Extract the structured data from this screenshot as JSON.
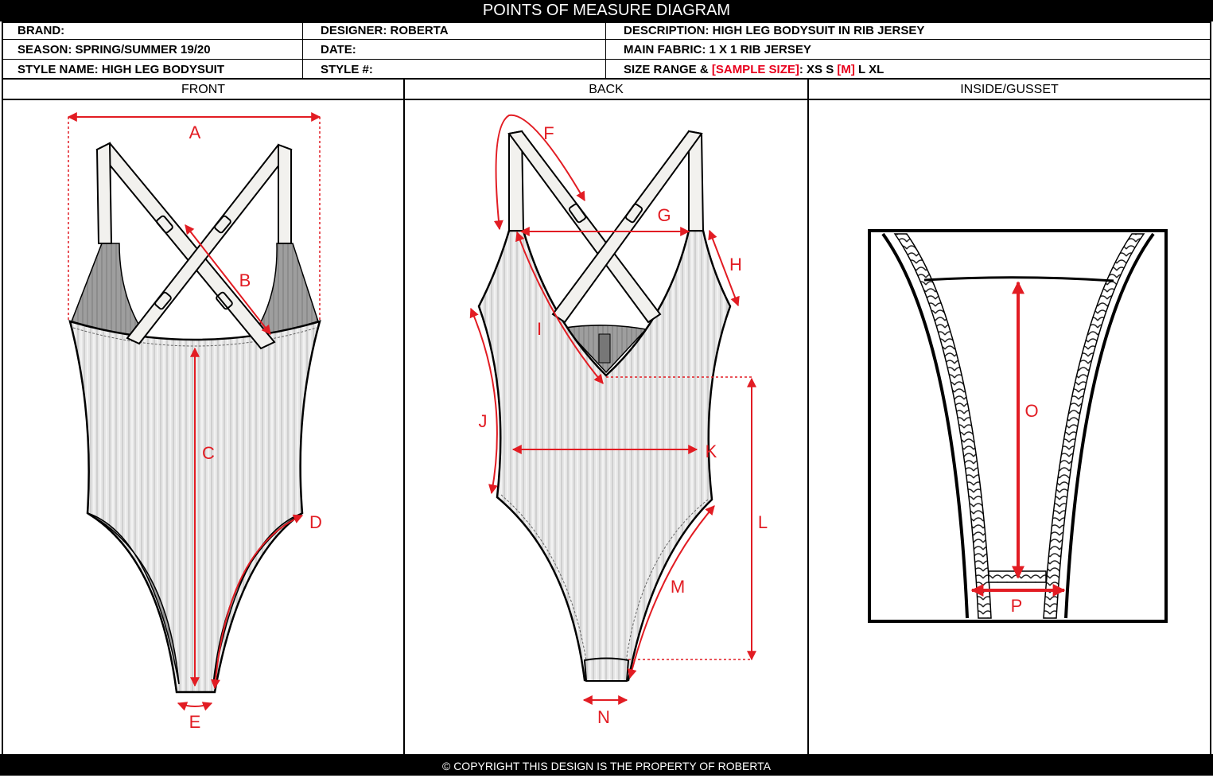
{
  "header": {
    "title": "POINTS OF MEASURE DIAGRAM"
  },
  "info": {
    "brand": "BRAND:",
    "designer": "DESIGNER: ROBERTA",
    "description": "DESCRIPTION: HIGH LEG BODYSUIT IN RIB JERSEY",
    "season": "SEASON: SPRING/SUMMER 19/20",
    "date": "DATE:",
    "main_fabric": "MAIN FABRIC: 1 X 1 RIB JERSEY",
    "style_name": "STYLE NAME: HIGH LEG BODYSUIT",
    "style_no": "STYLE #:",
    "size_range_prefix": "SIZE RANGE & ",
    "sample_size_label": "[SAMPLE SIZE]",
    "sizes_before": ": XS S ",
    "sample_size": "[M]",
    "sizes_after": " L XL"
  },
  "panels": {
    "front": "FRONT",
    "back": "BACK",
    "inside": "INSIDE/GUSSET"
  },
  "points": {
    "A": "A",
    "B": "B",
    "C": "C",
    "D": "D",
    "E": "E",
    "F": "F",
    "G": "G",
    "H": "H",
    "I": "I",
    "J": "J",
    "K": "K",
    "L": "L",
    "M": "M",
    "N": "N",
    "O": "O",
    "P": "P"
  },
  "colors": {
    "measure": "#e21c23",
    "fabric": "#e6e6e6",
    "fabric_shadow": "#9a9a9a",
    "strap": "#f2f1ee"
  },
  "footer": {
    "copyright": "© COPYRIGHT THIS DESIGN IS THE PROPERTY OF ROBERTA"
  }
}
